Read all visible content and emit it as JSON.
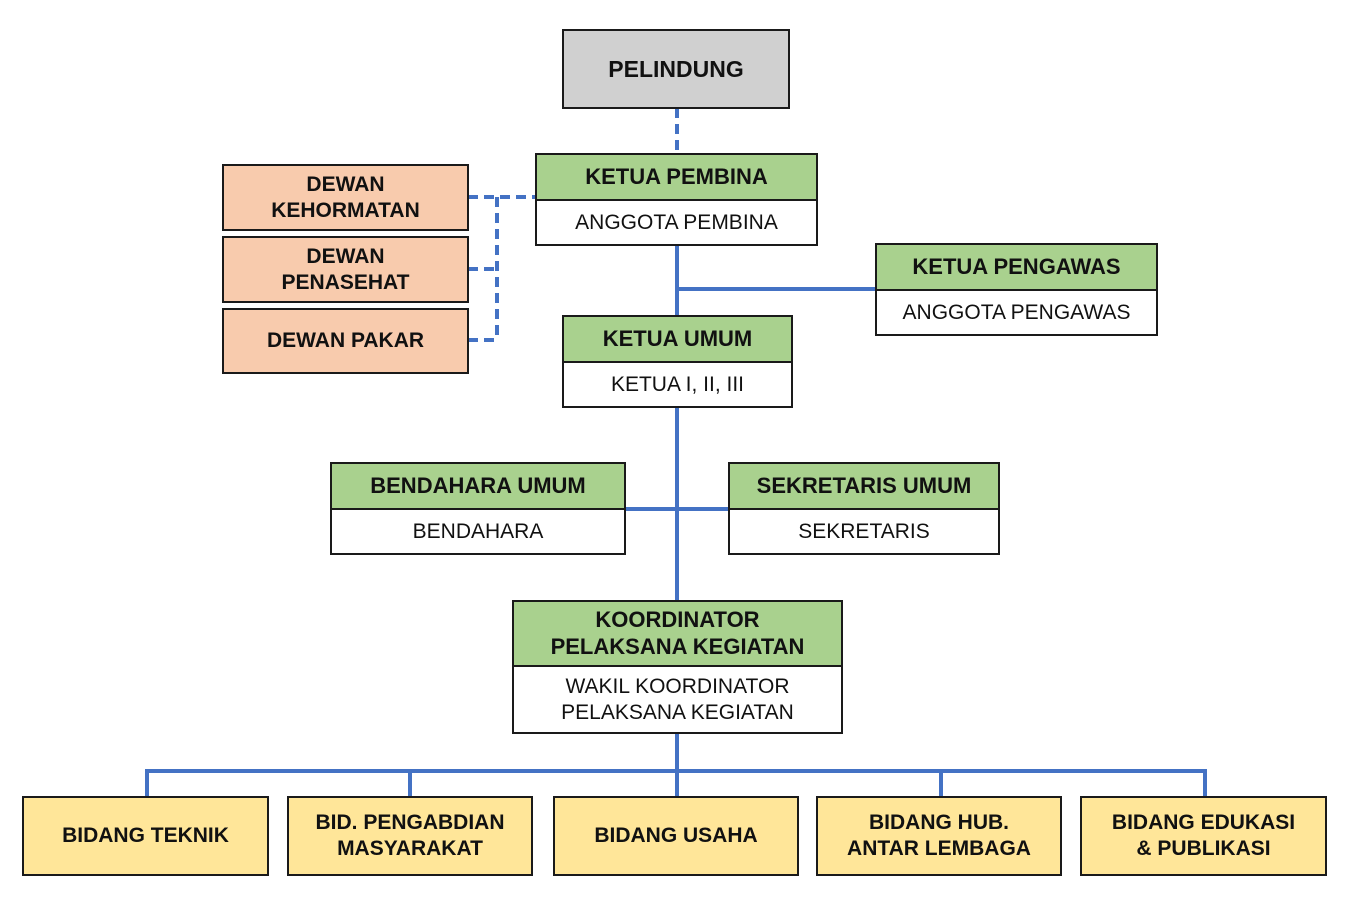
{
  "colors": {
    "connector": "#4472c4",
    "title_fill": "#a9d18e",
    "protector_fill": "#d0d0d0",
    "council_fill": "#f8cbad",
    "division_fill": "#ffe699",
    "border": "#1a1a1a"
  },
  "pelindung": {
    "label": "PELINDUNG"
  },
  "pembina": {
    "title": "KETUA PEMBINA",
    "members": "ANGGOTA PEMBINA"
  },
  "councils": [
    {
      "label": "DEWAN\nKEHORMATAN"
    },
    {
      "label": "DEWAN\nPENASEHAT"
    },
    {
      "label": "DEWAN PAKAR"
    }
  ],
  "pengawas": {
    "title": "KETUA PENGAWAS",
    "members": "ANGGOTA PENGAWAS"
  },
  "ketua_umum": {
    "title": "KETUA UMUM",
    "members": "KETUA I, II, III"
  },
  "bendahara": {
    "title": "BENDAHARA UMUM",
    "members": "BENDAHARA"
  },
  "sekretaris": {
    "title": "SEKRETARIS UMUM",
    "members": "SEKRETARIS"
  },
  "koordinator": {
    "title": "KOORDINATOR\nPELAKSANA KEGIATAN",
    "members": "WAKIL KOORDINATOR\nPELAKSANA KEGIATAN"
  },
  "divisions": [
    {
      "label": "BIDANG TEKNIK"
    },
    {
      "label": "BID. PENGABDIAN\nMASYARAKAT"
    },
    {
      "label": "BIDANG USAHA"
    },
    {
      "label": "BIDANG HUB.\nANTAR LEMBAGA"
    },
    {
      "label": "BIDANG EDUKASI\n& PUBLIKASI"
    }
  ]
}
